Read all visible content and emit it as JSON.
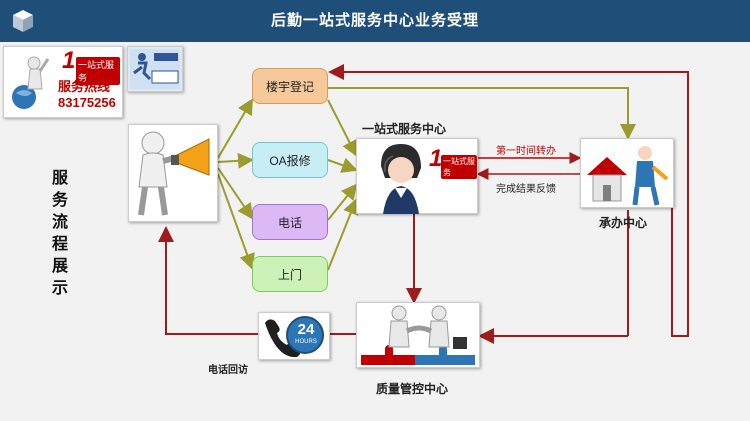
{
  "header": {
    "title": "后勤一站式服务中心业务受理"
  },
  "side_title": [
    "服",
    "务",
    "流",
    "程",
    "展",
    "示"
  ],
  "hotline": {
    "label": "服务热线",
    "number": "83175256",
    "logo_text": "一站式服务"
  },
  "channels": {
    "register": "楼宇登记",
    "oa": "OA报修",
    "phone": "电话",
    "visit": "上门"
  },
  "center": {
    "title": "一站式服务中心",
    "logo_text": "一站式服务"
  },
  "arrows": {
    "transfer": "第一时间转办",
    "feedback": "完成结果反馈"
  },
  "undertake": {
    "title": "承办中心"
  },
  "quality": {
    "title": "质量管控中心"
  },
  "callback": {
    "label": "电话回访",
    "badge_num": "24",
    "badge_text": "HOURS"
  },
  "colors": {
    "header_bg": "#1f4e79",
    "line_olive": "#9b9b2e",
    "line_red": "#9e1c1c",
    "box_orange": "#f6c89a",
    "box_cyan": "#c8eef5",
    "box_purple": "#dcb8f5",
    "box_green": "#ccf2b8",
    "accent_red": "#c00000"
  }
}
